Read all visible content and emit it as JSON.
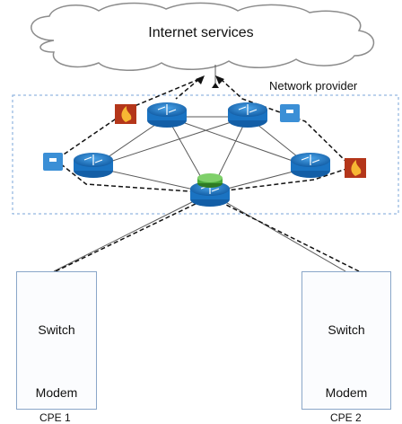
{
  "cloud": {
    "label": "Internet services"
  },
  "provider": {
    "label": "Network provider"
  },
  "cpe": [
    {
      "name": "CPE 1",
      "switch_label": "Switch",
      "modem_label": "Modem"
    },
    {
      "name": "CPE 2",
      "switch_label": "Switch",
      "modem_label": "Modem"
    }
  ],
  "colors": {
    "router": "#1a73c2",
    "router_highlight": "#4aa3e8",
    "core_router": "#49a83a",
    "firewall": "#c24a1a",
    "vpn": "#3b8fd6",
    "provider_border": "#7aa6d8",
    "cloud_stroke": "#8c8c8c"
  },
  "icons": [
    "cloud-icon",
    "router-icon",
    "firewall-icon",
    "vpn-icon",
    "switch-icon",
    "modem-icon"
  ]
}
